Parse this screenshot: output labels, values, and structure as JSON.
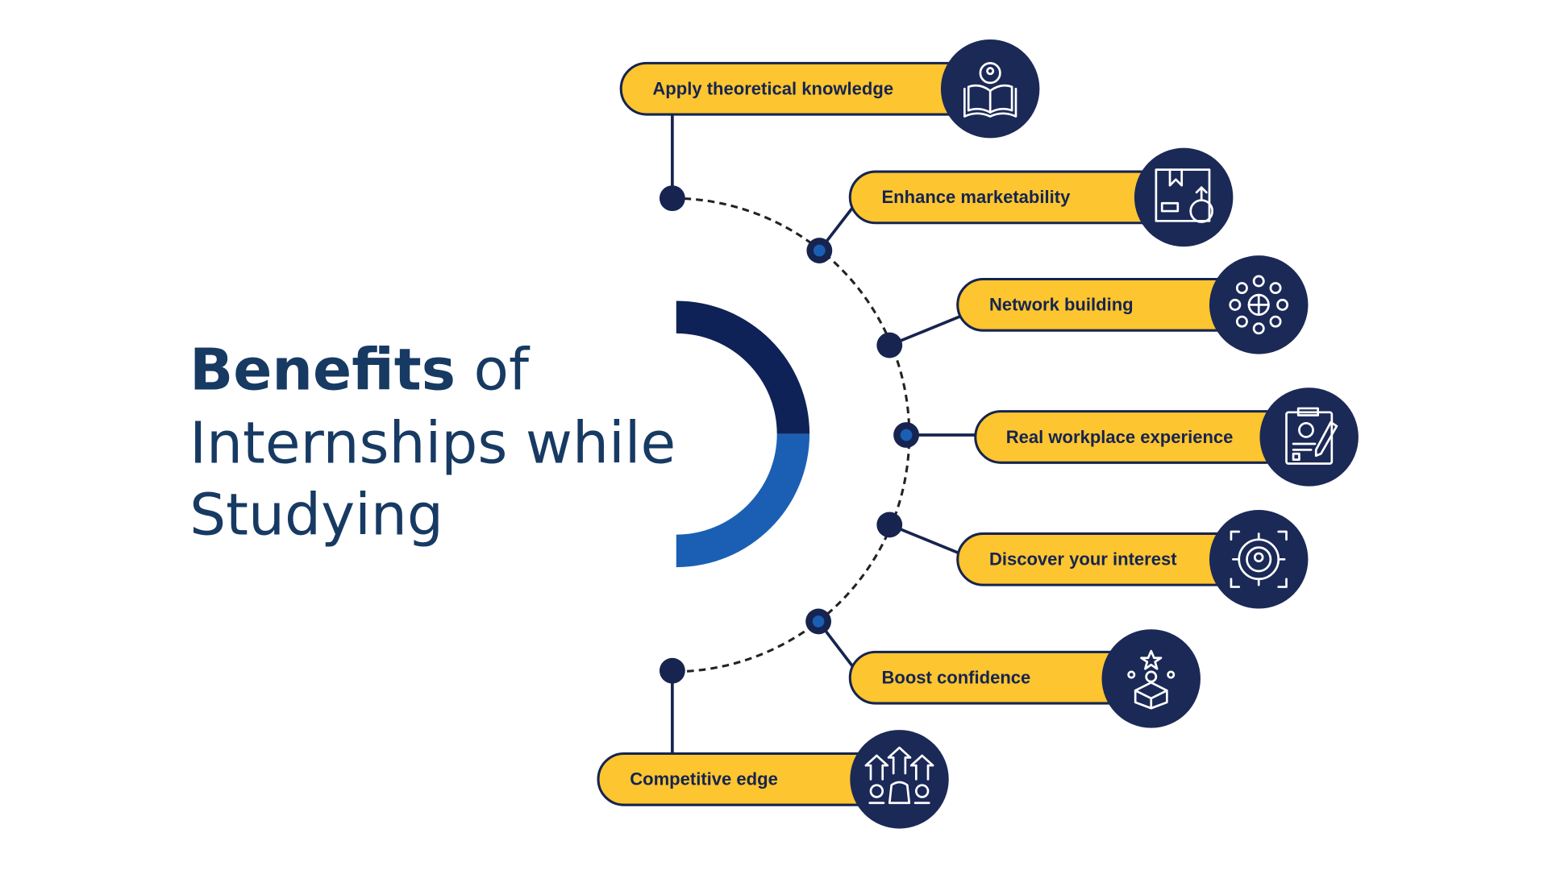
{
  "title": {
    "bold": "Benefits",
    "rest1": " of",
    "line2": "Internships while",
    "line3": "Studying"
  },
  "items": [
    {
      "label": "Apply theoretical knowledge",
      "icon": "open-book-icon"
    },
    {
      "label": "Enhance marketability",
      "icon": "box-dollar-icon"
    },
    {
      "label": "Network building",
      "icon": "network-globe-icon"
    },
    {
      "label": "Real workplace experience",
      "icon": "clipboard-profile-icon"
    },
    {
      "label": "Discover your interest",
      "icon": "target-person-icon"
    },
    {
      "label": "Boost confidence",
      "icon": "person-stars-icon"
    },
    {
      "label": "Competitive edge",
      "icon": "arrows-money-icon"
    }
  ],
  "colors": {
    "yellow": "#fdc52f",
    "navy": "#16244f",
    "blue": "#1b5fb5",
    "title": "#173a63"
  }
}
